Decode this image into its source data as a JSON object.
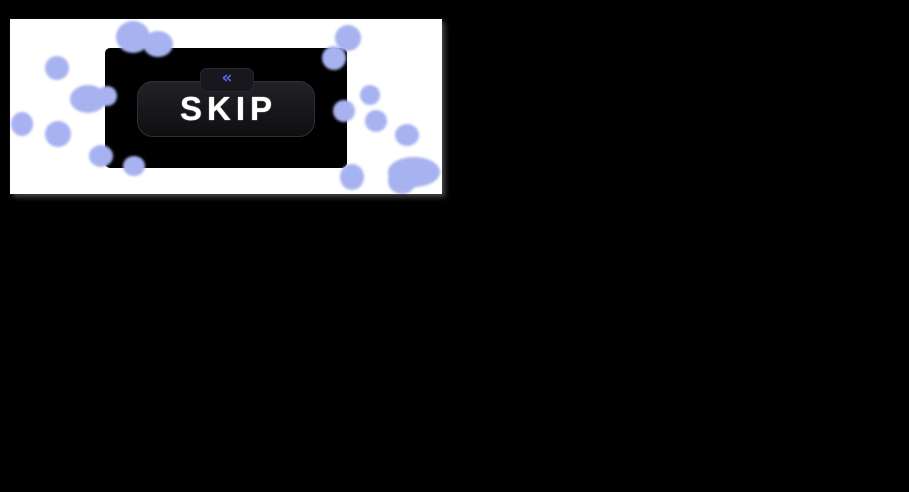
{
  "page": {
    "background_color": "#000000"
  },
  "canvas_panel": {
    "background_color": "#ffffff"
  },
  "skip_overlay": {
    "label": "SKIP",
    "rewind_glyph": "«",
    "rewind_icon_name": "double-chevron-left-icon",
    "accent_color": "#5b67ea",
    "box_color": "#000000"
  },
  "drawing": {
    "brush_color": "#a7b2f0",
    "blobs": [
      [
        123,
        18,
        17,
        16
      ],
      [
        148,
        25,
        15,
        13
      ],
      [
        338,
        19,
        13,
        13
      ],
      [
        324,
        39,
        12,
        12
      ],
      [
        47,
        49,
        12,
        12
      ],
      [
        78,
        80,
        18,
        14
      ],
      [
        97,
        77,
        10,
        10
      ],
      [
        12,
        105,
        11,
        12
      ],
      [
        48,
        115,
        13,
        13
      ],
      [
        91,
        137,
        12,
        11
      ],
      [
        124,
        147,
        11,
        10
      ],
      [
        334,
        92,
        11,
        11
      ],
      [
        360,
        76,
        10,
        10
      ],
      [
        366,
        102,
        11,
        11
      ],
      [
        397,
        116,
        12,
        11
      ],
      [
        342,
        158,
        12,
        13
      ],
      [
        404,
        153,
        26,
        15
      ],
      [
        392,
        162,
        14,
        13
      ]
    ]
  }
}
